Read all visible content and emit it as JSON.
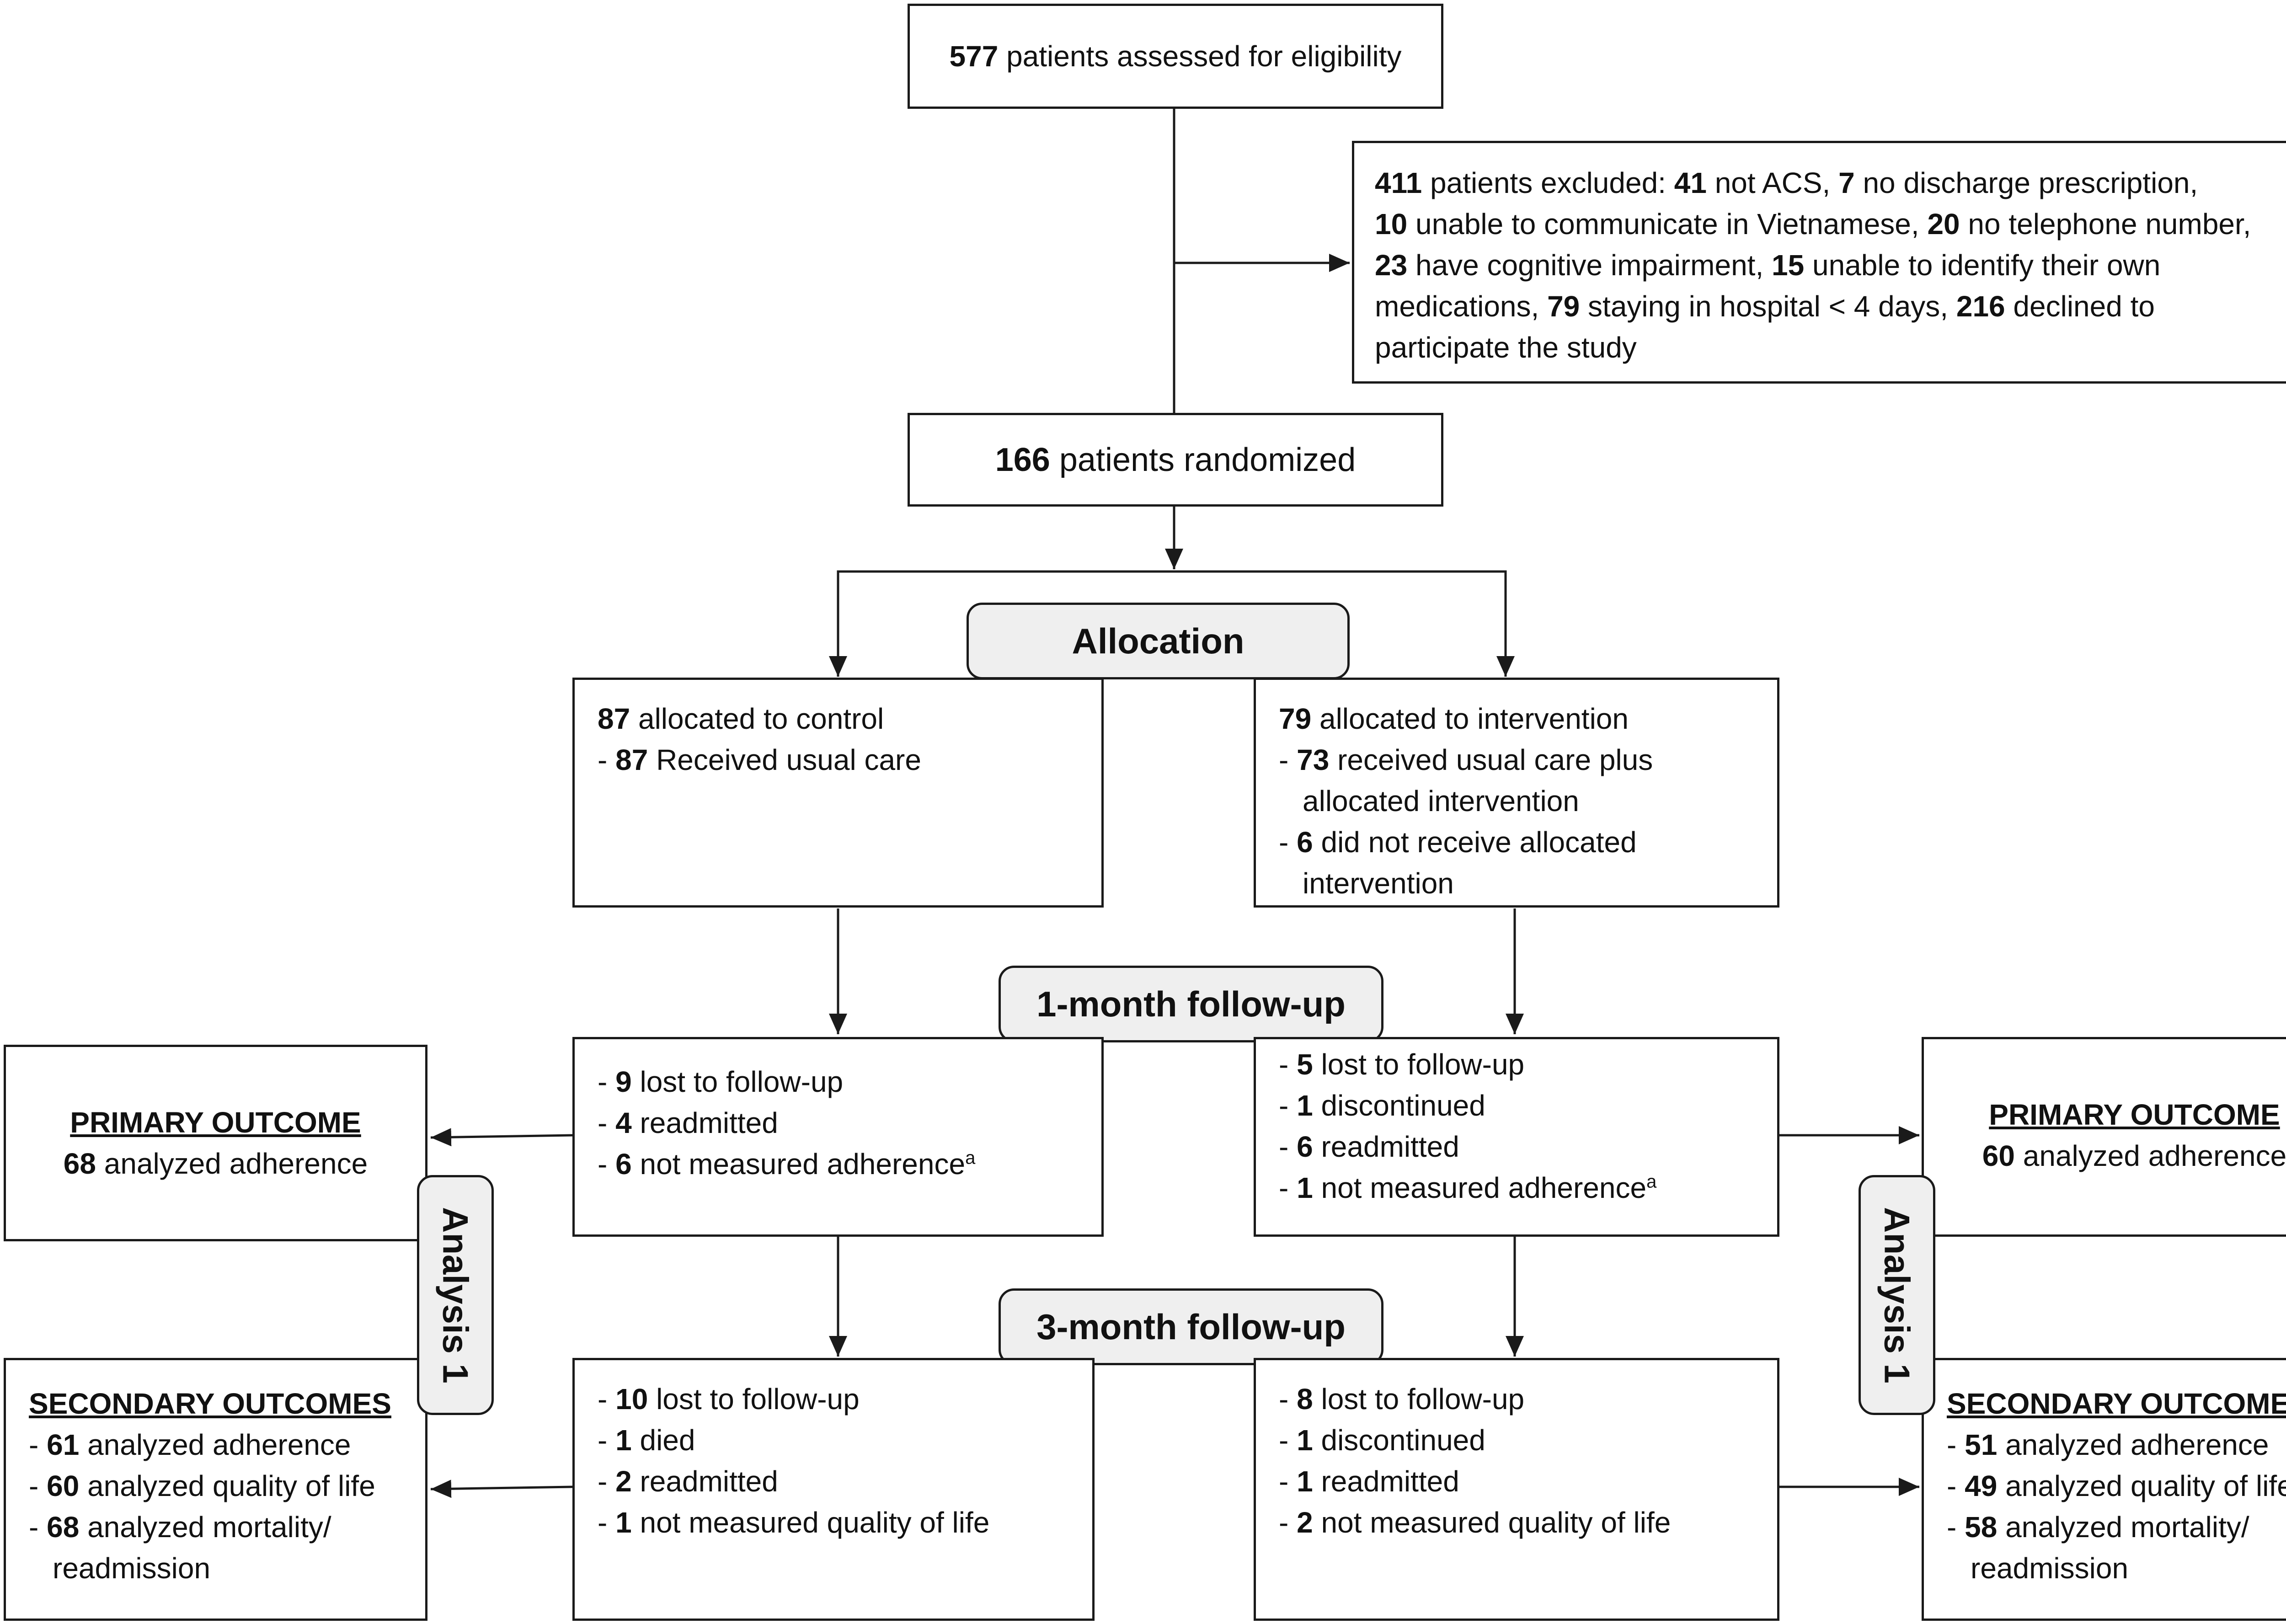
{
  "assessed": {
    "n": "577",
    "text": "patients assessed for eligibility"
  },
  "excluded": {
    "n": "411",
    "text": "patients excluded:",
    "items": [
      {
        "n": "41",
        "text": "not ACS,"
      },
      {
        "n": "7",
        "text": "no discharge prescription,"
      },
      {
        "n": "10",
        "text": "unable to communicate in Vietnamese,"
      },
      {
        "n": "20",
        "text": "no telephone number,"
      },
      {
        "n": "23",
        "text": "have cognitive impairment,"
      },
      {
        "n": "15",
        "text": "unable to identify their own"
      },
      {
        "text": "medications,"
      },
      {
        "n": "79",
        "text": "staying in hospital < 4 days,"
      },
      {
        "n": "216",
        "text": "declined to"
      },
      {
        "text": "participate the study"
      }
    ]
  },
  "randomized": {
    "n": "166",
    "text": "patients randomized"
  },
  "allocation_label": "Allocation",
  "followup1_label": "1-month follow-up",
  "followup3_label": "3-month follow-up",
  "analysis_label": "Analysis 1",
  "control": {
    "n": "87",
    "text": "allocated to control",
    "items": [
      {
        "n": "87",
        "text": "Received usual care"
      }
    ]
  },
  "intervention": {
    "n": "79",
    "text": "allocated to intervention",
    "items": [
      {
        "n": "73",
        "text": "received usual care plus",
        "cont": "allocated intervention"
      },
      {
        "n": "6",
        "text": "did not receive allocated",
        "cont": "intervention"
      }
    ]
  },
  "control_1m": [
    {
      "n": "9",
      "text": "lost to follow-up"
    },
    {
      "n": "4",
      "text": "readmitted"
    },
    {
      "n": "6",
      "text": "not measured adherence",
      "sup": "a"
    }
  ],
  "intervention_1m": [
    {
      "n": "5",
      "text": "lost to follow-up"
    },
    {
      "n": "1",
      "text": "discontinued"
    },
    {
      "n": "6",
      "text": "readmitted"
    },
    {
      "n": "1",
      "text": "not measured adherence",
      "sup": "a"
    }
  ],
  "control_3m": [
    {
      "n": "10",
      "text": "lost to follow-up"
    },
    {
      "n": "1",
      "text": "died"
    },
    {
      "n": "2",
      "text": "readmitted"
    },
    {
      "n": "1",
      "text": "not measured quality of life"
    }
  ],
  "intervention_3m": [
    {
      "n": "8",
      "text": "lost to follow-up"
    },
    {
      "n": "1",
      "text": "discontinued"
    },
    {
      "n": "1",
      "text": "readmitted"
    },
    {
      "n": "2",
      "text": "not measured quality of life"
    }
  ],
  "primary_left": {
    "title": "PRIMARY OUTCOME",
    "n": "68",
    "text": "analyzed adherence"
  },
  "primary_right": {
    "title": "PRIMARY OUTCOME",
    "n": "60",
    "text": "analyzed adherence"
  },
  "secondary_left": {
    "title": "SECONDARY OUTCOMES",
    "items": [
      {
        "n": "61",
        "text": "analyzed adherence"
      },
      {
        "n": "60",
        "text": "analyzed quality of life"
      },
      {
        "n": "68",
        "text": "analyzed mortality/",
        "cont": "readmission"
      }
    ]
  },
  "secondary_right": {
    "title": "SECONDARY OUTCOMES",
    "items": [
      {
        "n": "51",
        "text": "analyzed adherence"
      },
      {
        "n": "49",
        "text": "analyzed quality of life"
      },
      {
        "n": "58",
        "text": "analyzed mortality/",
        "cont": "readmission"
      }
    ]
  }
}
